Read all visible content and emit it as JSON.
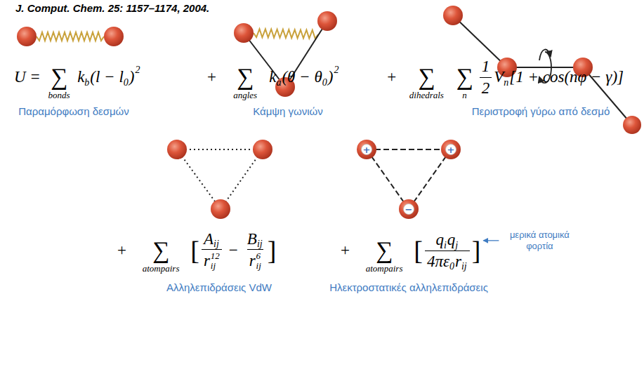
{
  "diagram": {
    "labels": [
      "J. Comput. Chem. 25: 1157–1174, 2004.",
      "U =",
      "∑",
      "bonds",
      "k",
      "b",
      "(l − l",
      "0",
      ")",
      "2",
      "+",
      "∑",
      "angles",
      "k",
      "a",
      "(θ − θ",
      "0",
      ")",
      "2",
      "+",
      "∑",
      "dihedrals",
      "∑",
      "n",
      "1",
      "2",
      "V",
      "n",
      "[1 + cos(nφ − γ)]",
      "+",
      "∑",
      "atompairs",
      "[",
      "A",
      "ij",
      "r",
      "ij",
      "12",
      "−",
      "B",
      "ij",
      "r",
      "ij",
      "6",
      "]",
      "+",
      "∑",
      "atompairs",
      "[",
      "q",
      "i",
      "q",
      "j",
      "4πε",
      "0",
      "r",
      "ij",
      "]",
      "Παραμόρφωση δεσμών",
      "Κάμψη γωνιών",
      "Περιστροφή γύρω από δεσμό",
      "Αλληλεπιδράσεις VdW",
      "Ηλεκτροστατικές αλληλεπιδράσεις",
      "μερικά ατομικά φορτία",
      "+",
      "+",
      "−"
    ]
  }
}
